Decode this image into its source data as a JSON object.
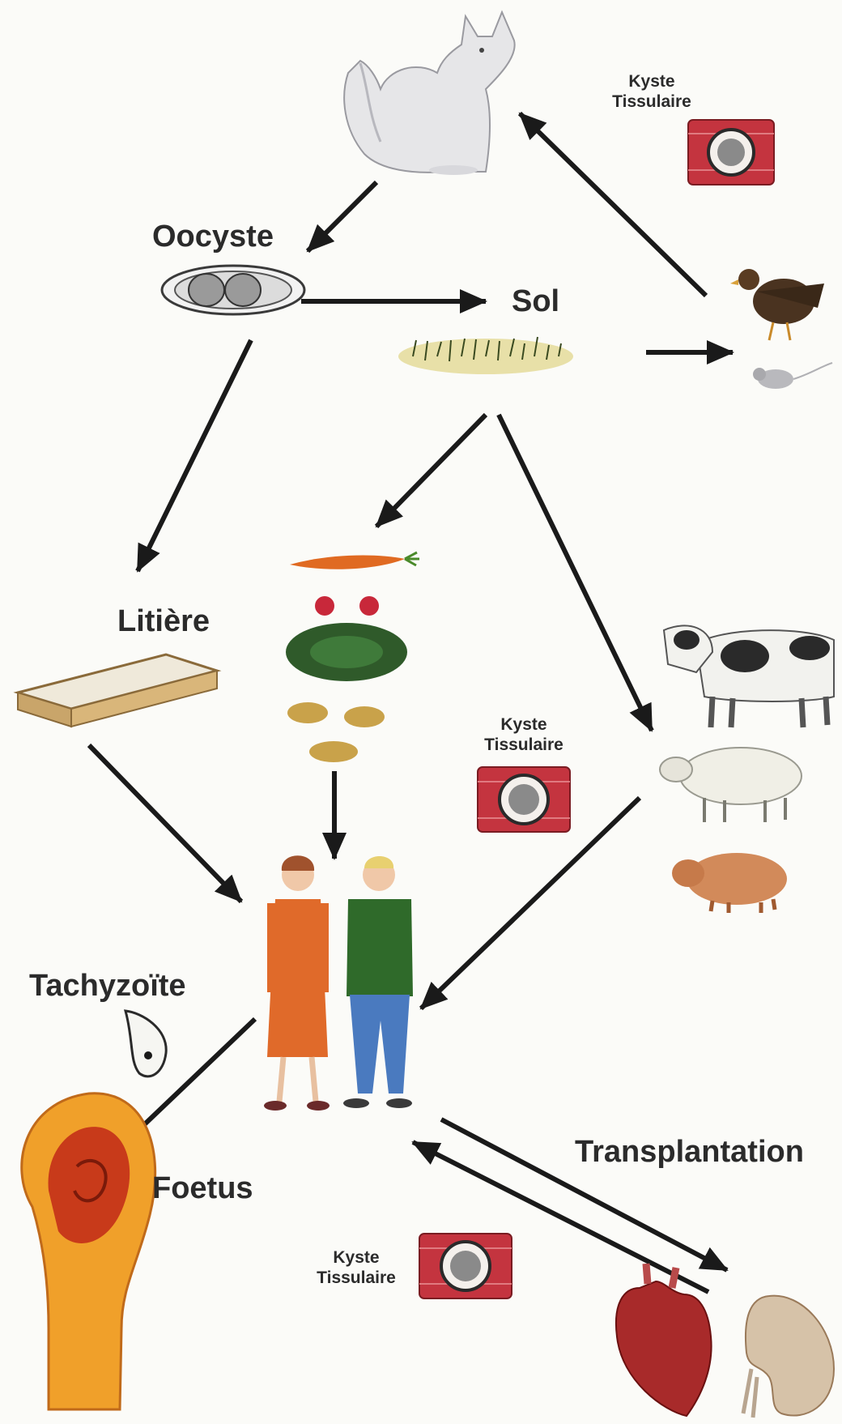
{
  "labels": {
    "oocyste": "Oocyste",
    "sol": "Sol",
    "litiere": "Litière",
    "tachyzoite": "Tachyzoïte",
    "foetus": "Foetus",
    "transplantation": "Transplantation",
    "kyste_top": [
      "Kyste",
      "Tissulaire"
    ],
    "kyste_middle": [
      "Kyste",
      "Tissulaire"
    ],
    "kyste_bottom": [
      "Kyste",
      "Tissulaire"
    ]
  },
  "icons": {
    "cat": "cat-icon",
    "oocyst": "oocyst-icon",
    "soil": "soil-grass-icon",
    "chicken": "chicken-icon",
    "mouse": "mouse-icon",
    "litter": "litter-box-icon",
    "vegetables": "vegetables-icon",
    "cow": "cow-icon",
    "sheep": "sheep-icon",
    "pig": "pig-icon",
    "cyst": "tissue-cyst-icon",
    "humans": "humans-icon",
    "tachyzoite": "tachyzoite-icon",
    "foetus": "foetus-icon",
    "heart": "heart-icon",
    "kidney": "kidney-icon"
  },
  "colors": {
    "arrow": "#1a1a1a",
    "muscle": "#c4343f",
    "background": "#fbfbf8"
  }
}
